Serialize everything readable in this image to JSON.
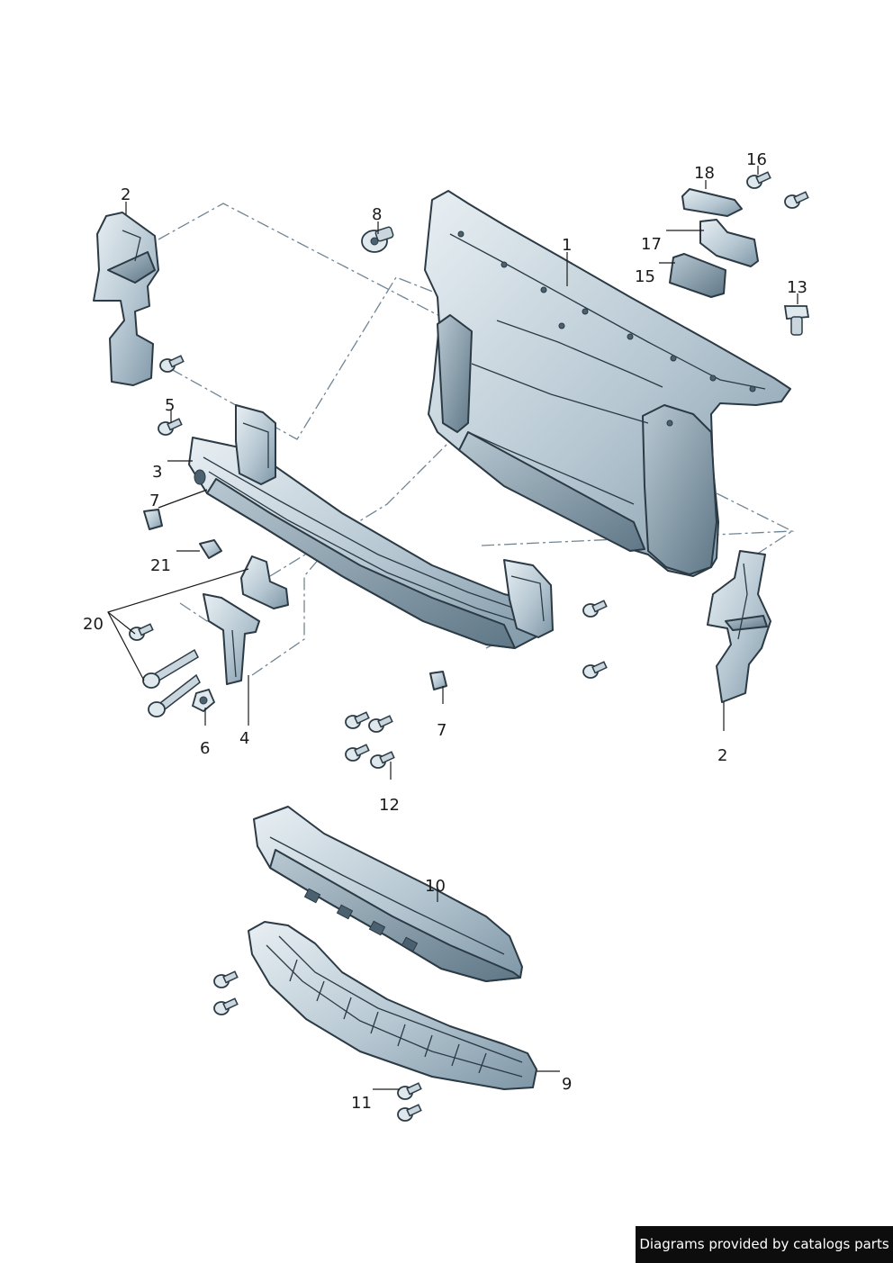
{
  "credit": "Diagrams provided by catalogs parts",
  "callouts": {
    "c1": "1",
    "c2a": "2",
    "c2b": "2",
    "c3": "3",
    "c4": "4",
    "c5": "5",
    "c6": "6",
    "c7a": "7",
    "c7b": "7",
    "c8": "8",
    "c9": "9",
    "c10": "10",
    "c11": "11",
    "c12": "12",
    "c13": "13",
    "c15": "15",
    "c16": "16",
    "c17": "17",
    "c18": "18",
    "c20": "20",
    "c21": "21"
  },
  "colors": {
    "part_light": "#e4ecf1",
    "part_mid": "#a9bcc8",
    "part_dark": "#6d8494",
    "outline": "#2b3a44"
  }
}
